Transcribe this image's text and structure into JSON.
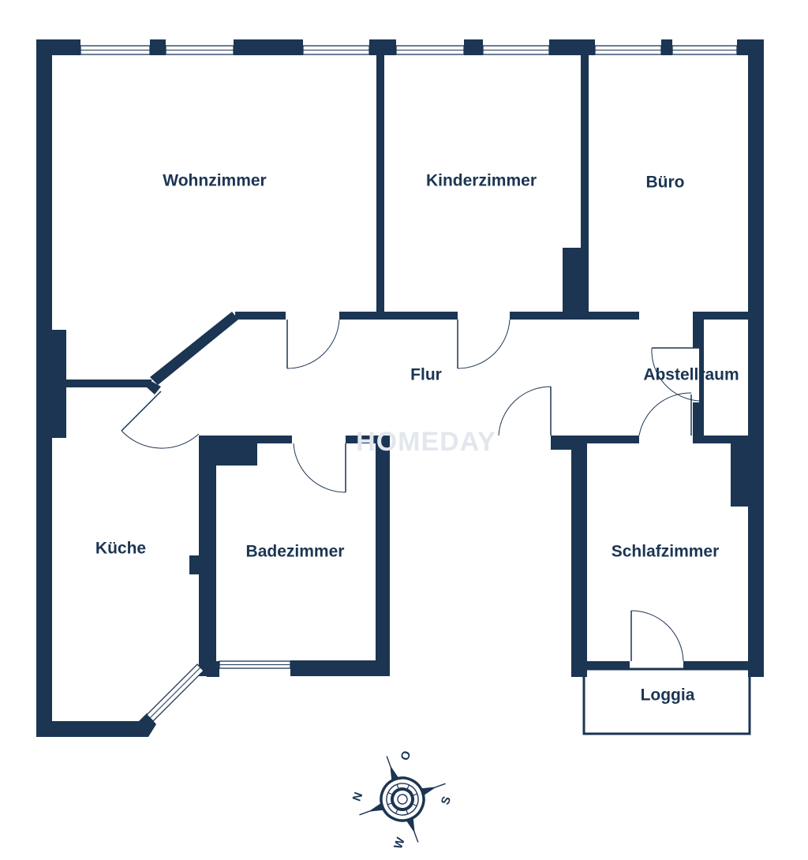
{
  "rooms": {
    "wohnzimmer": "Wohnzimmer",
    "kinderzimmer": "Kinderzimmer",
    "buero": "Büro",
    "flur": "Flur",
    "abstellraum": "Abstellraum",
    "kueche": "Küche",
    "badezimmer": "Badezimmer",
    "schlafzimmer": "Schlafzimmer",
    "loggia": "Loggia"
  },
  "watermark": "HOMEDAY",
  "compass": {
    "n": "N",
    "o": "O",
    "s": "S",
    "w": "W"
  },
  "colors": {
    "wall": "#1b3553",
    "background": "#ffffff",
    "watermark": "#e2e7ee"
  }
}
